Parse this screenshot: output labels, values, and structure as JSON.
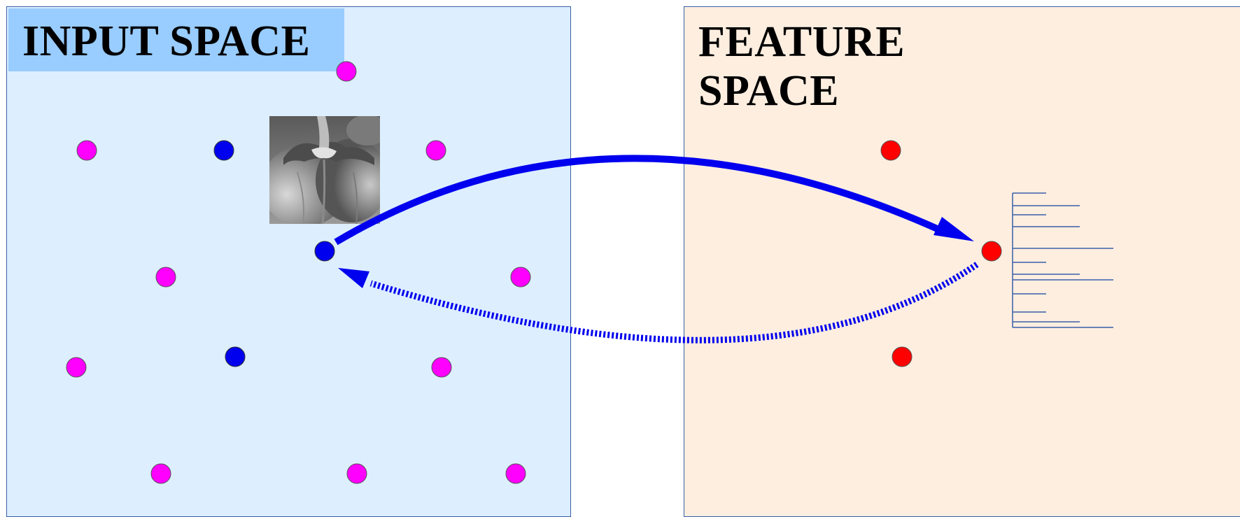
{
  "input_space": {
    "title": "INPUT SPACE"
  },
  "feature_space": {
    "title_line1": "FEATURE",
    "title_line2": "SPACE"
  },
  "colors": {
    "input_bg": "#ddeeff",
    "input_title_bg": "#99ccff",
    "feature_bg": "#fdeee0",
    "magenta_point": "#ff00ff",
    "blue_point": "#0000ee",
    "red_point": "#ff0000",
    "arrow": "#0000ee"
  },
  "icons": {
    "pepper_photo": "grayscale-pepper-photo-icon",
    "feature_vector": "feature-vector-bars-icon"
  }
}
